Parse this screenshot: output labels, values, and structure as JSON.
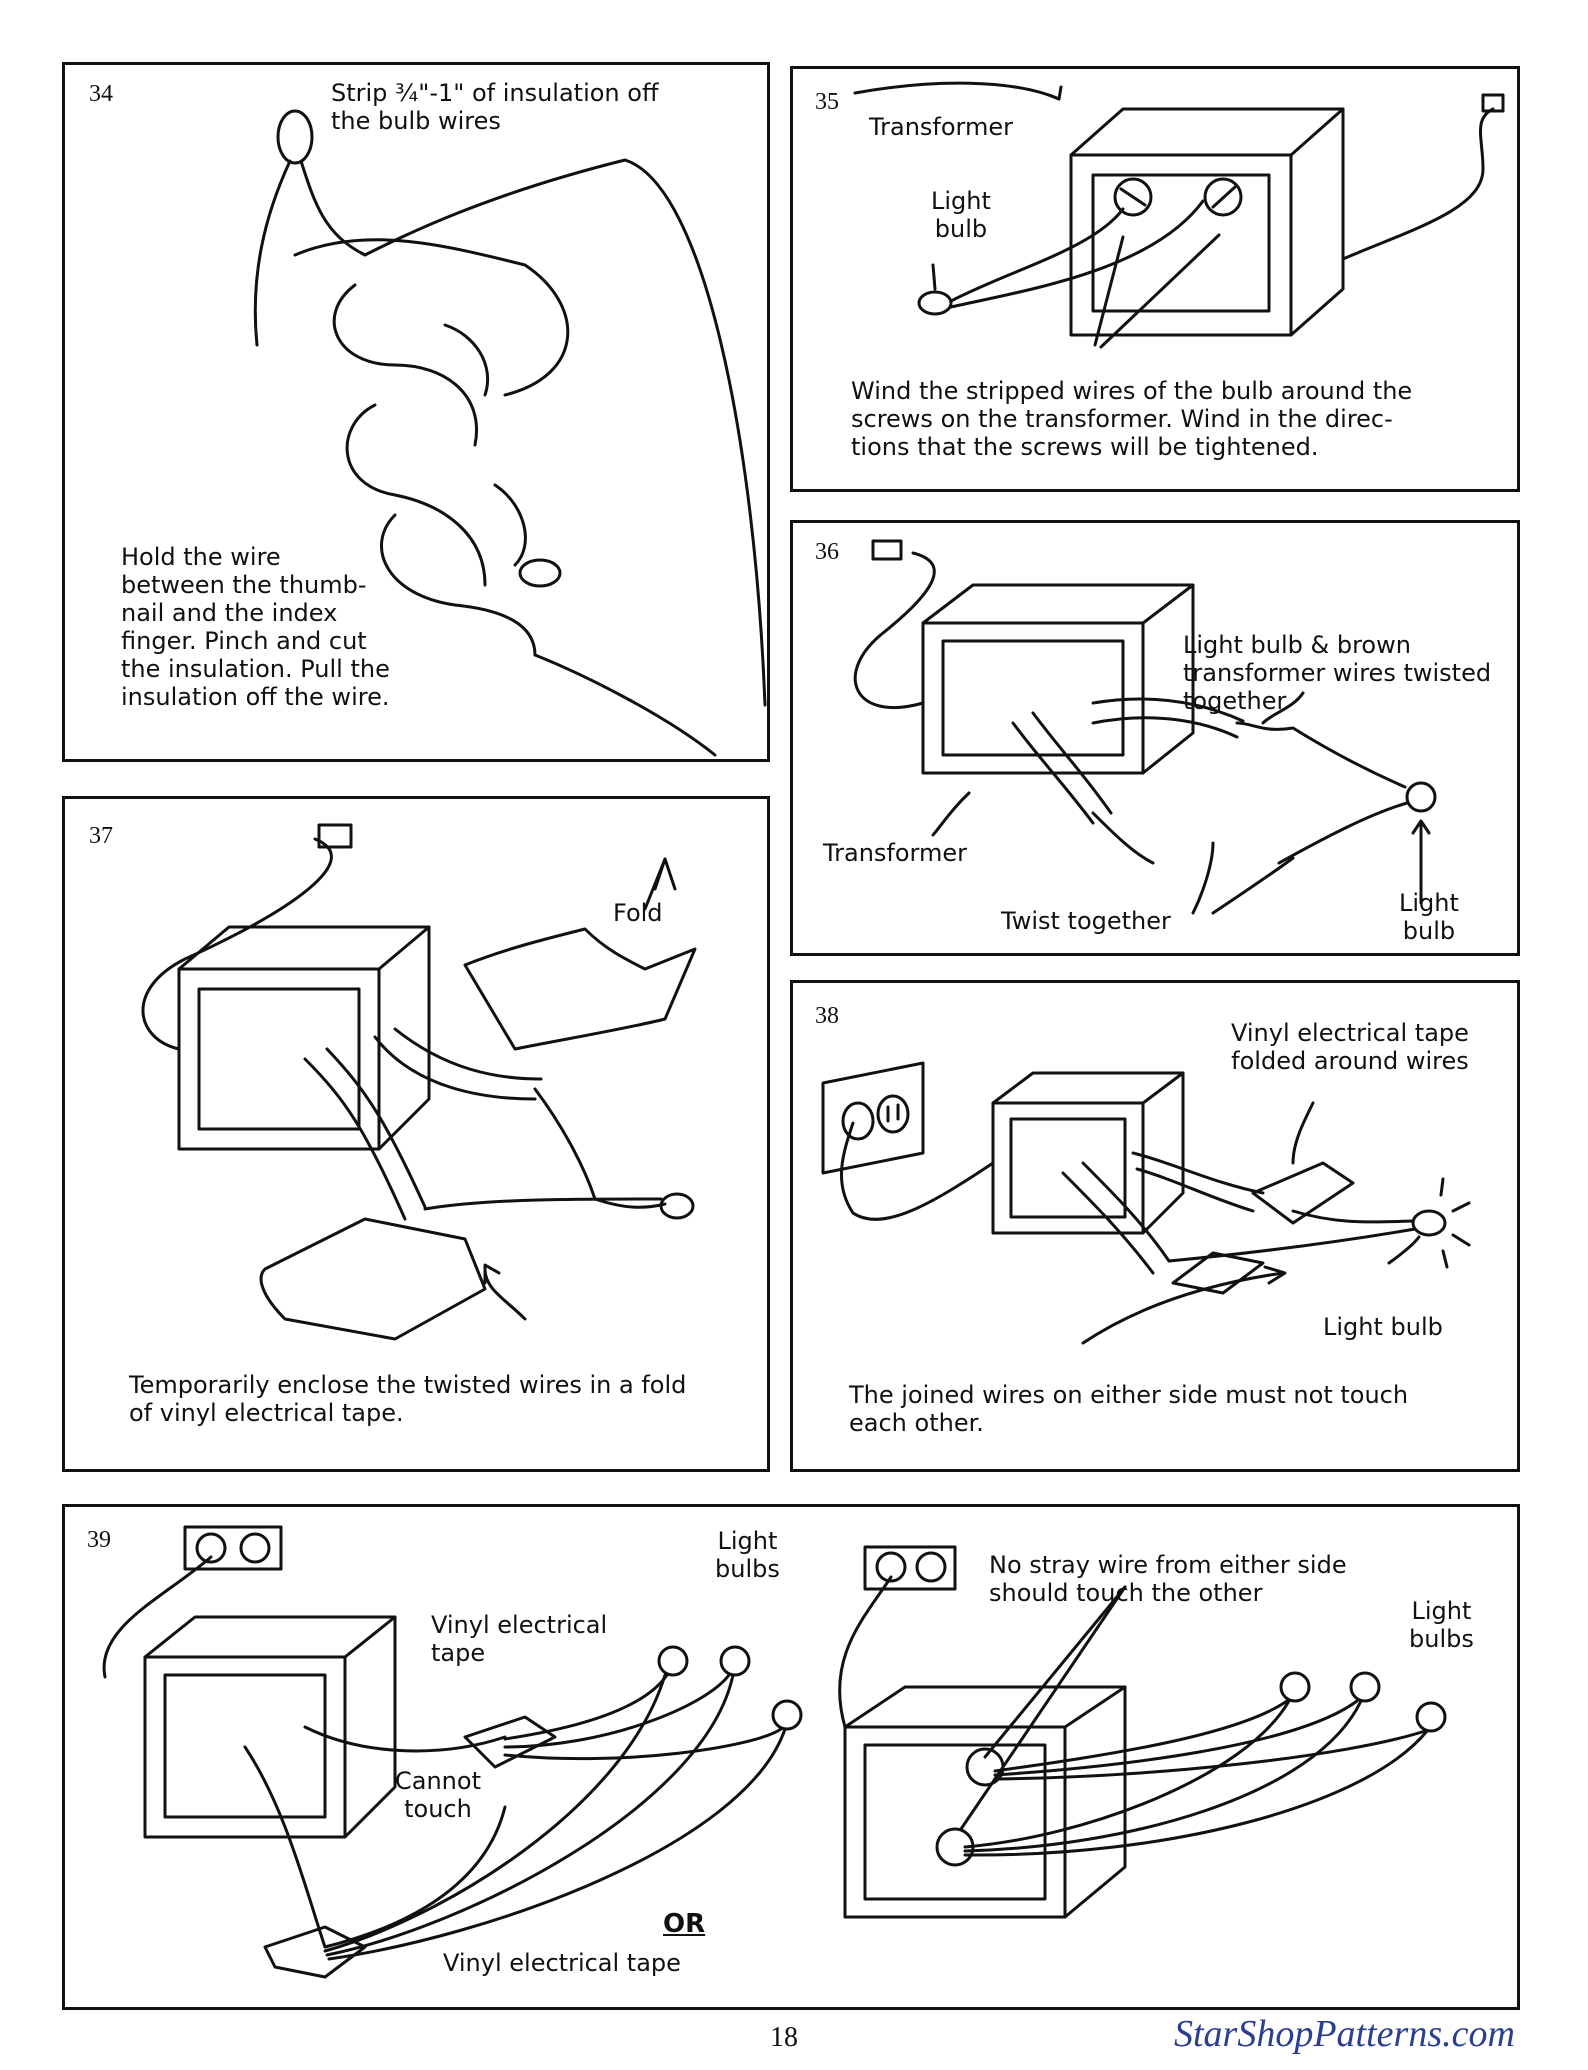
{
  "panels": {
    "p34": {
      "number": "34",
      "caption_top": "Strip ¾\"-1\" of insulation off\nthe bulb wires",
      "caption_body": "Hold the wire\nbetween the thumb-\nnail and the index\nfinger. Pinch and cut\nthe insulation. Pull the\ninsulation off the wire."
    },
    "p35": {
      "number": "35",
      "label_transformer": "Transformer",
      "label_bulb": "Light\nbulb",
      "caption": "Wind the stripped wires of the bulb around the\nscrews on the transformer. Wind in the direc-\ntions that the screws will be tightened."
    },
    "p36": {
      "number": "36",
      "label_twisted": "Light bulb & brown\ntransformer wires twisted\ntogether",
      "label_transformer": "Transformer",
      "label_twist": "Twist together",
      "label_bulb": "Light\nbulb"
    },
    "p37": {
      "number": "37",
      "label_fold": "Fold",
      "caption": "Temporarily enclose the twisted wires in a fold\nof vinyl electrical tape."
    },
    "p38": {
      "number": "38",
      "label_tape": "Vinyl electrical tape\nfolded around wires",
      "label_bulb": "Light bulb",
      "caption": "The joined wires on either side must not touch\neach other."
    },
    "p39": {
      "number": "39",
      "label_bulbs_left": "Light\nbulbs",
      "label_tape_top": "Vinyl electrical\ntape",
      "label_cannot": "Cannot\ntouch",
      "label_tape_bottom": "Vinyl electrical tape",
      "label_or": "OR",
      "label_stray": "No stray wire from either side\nshould touch the other",
      "label_bulbs_right": "Light\nbulbs"
    }
  },
  "footer": {
    "page_number": "18",
    "brand": "StarShopPatterns.com",
    "brand_color": "#2a3f8f"
  }
}
